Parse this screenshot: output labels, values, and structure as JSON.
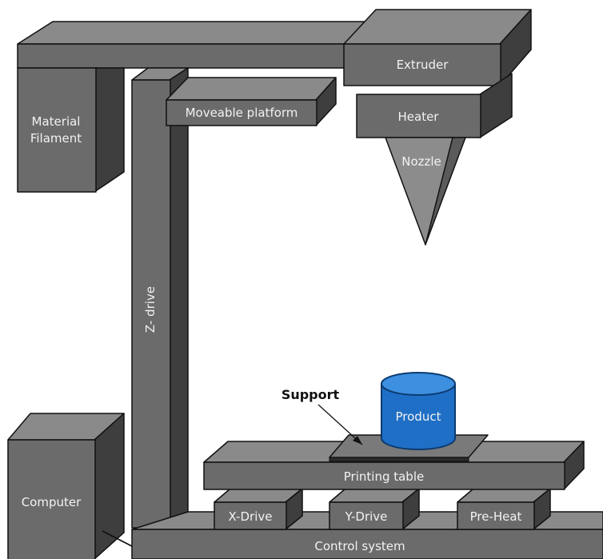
{
  "labels": {
    "extruder": "Extruder",
    "heater": "Heater",
    "nozzle": "Nozzle",
    "material_line1": "Material",
    "material_line2": "Filament",
    "moveable_platform": "Moveable platform",
    "z_drive": "Z- drive",
    "support": "Support",
    "product": "Product",
    "printing_table": "Printing table",
    "x_drive": "X-Drive",
    "y_drive": "Y-Drive",
    "pre_heat": "Pre-Heat",
    "computer": "Computer",
    "control_system": "Control system"
  },
  "colors": {
    "front": "#6b6b6b",
    "top": "#8a8a8a",
    "side": "#3e3e3e",
    "edge": "#111111",
    "nozzle_front": "#8c8c8c",
    "nozzle_side": "#5a5a5a",
    "product_body": "#1f6fc6",
    "product_top": "#3d8fe0",
    "product_edge": "#0d3b70"
  }
}
